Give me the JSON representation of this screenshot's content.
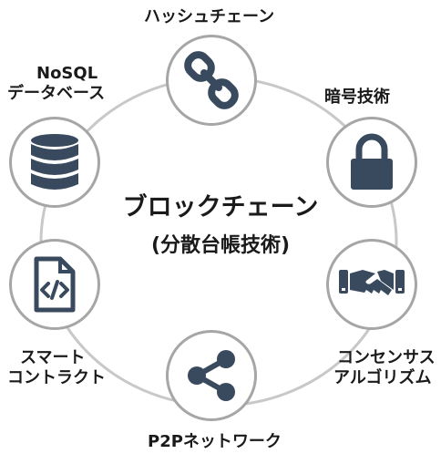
{
  "center": {
    "title": "ブロックチェーン",
    "subtitle": "(分散台帳技術)"
  },
  "nodes": {
    "hash_chain": {
      "label": "ハッシュチェーン",
      "icon": "chain-link-icon"
    },
    "crypto": {
      "label": "暗号技術",
      "icon": "lock-icon"
    },
    "consensus": {
      "label_line1": "コンセンサス",
      "label_line2": "アルゴリズム",
      "icon": "handshake-icon"
    },
    "p2p": {
      "label": "P2Pネットワーク",
      "icon": "share-icon"
    },
    "smart_contract": {
      "label_line1": "スマート",
      "label_line2": "コントラクト",
      "icon": "code-file-icon"
    },
    "nosql": {
      "label_line1": "NoSQL",
      "label_line2": "データベース",
      "icon": "database-icon"
    }
  },
  "colors": {
    "icon": "#3a4a5e",
    "ring": "#a6a6a6",
    "text": "#1a1a1a"
  }
}
